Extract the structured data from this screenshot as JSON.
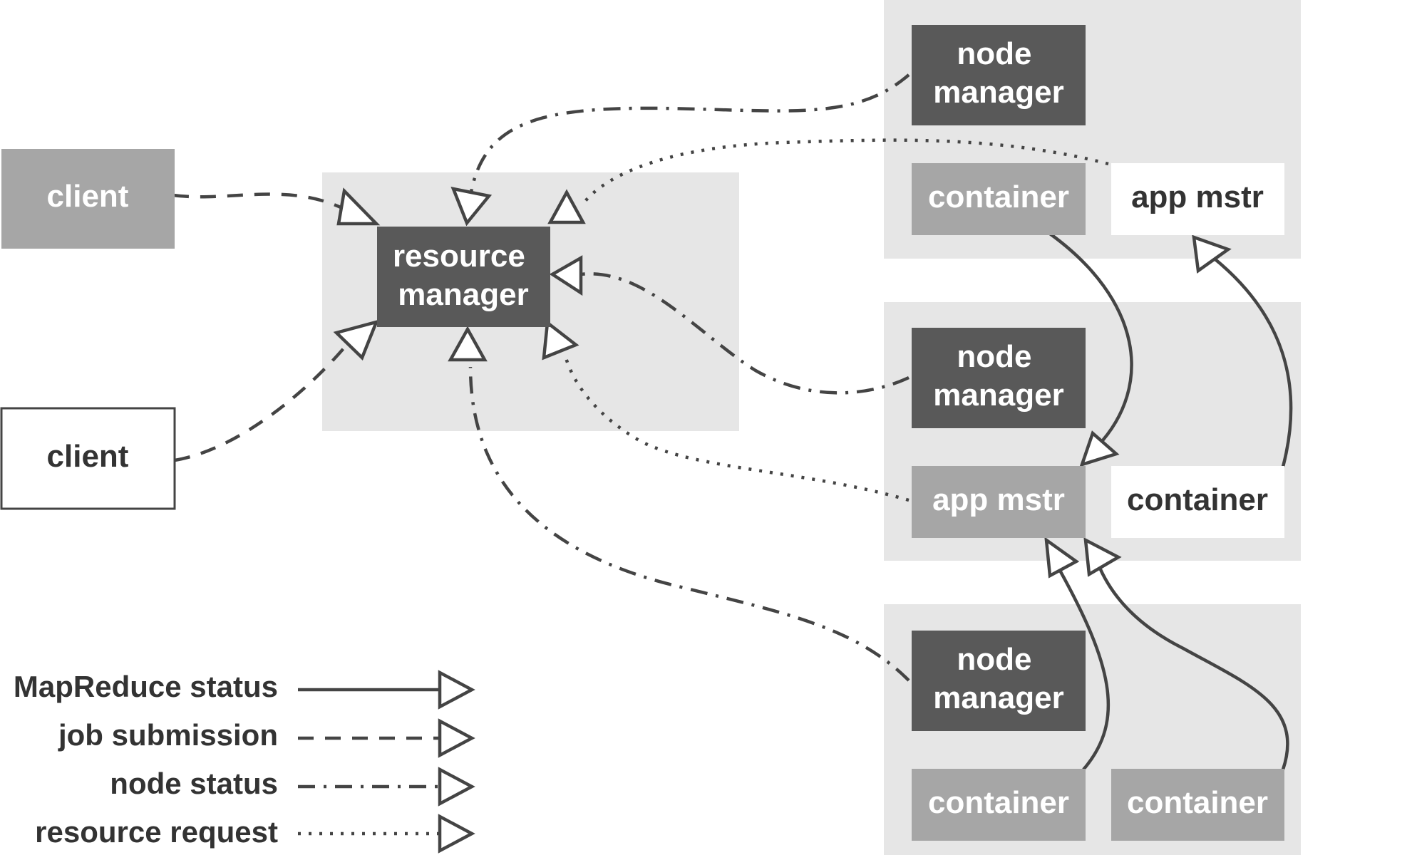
{
  "colors": {
    "panel": "#e6e6e6",
    "dark": "#595959",
    "mid": "#a6a6a6",
    "white": "#ffffff",
    "stroke": "#444444",
    "text_dark": "#333333",
    "text_light": "#ffffff"
  },
  "nodes": {
    "client_1": {
      "label": "client"
    },
    "client_2": {
      "label": "client"
    },
    "resource_manager": {
      "label": [
        "resource",
        "manager"
      ]
    },
    "node_manager_1": {
      "label": [
        "node",
        "manager"
      ]
    },
    "container_1": {
      "label": "container"
    },
    "app_mstr_1": {
      "label": "app mstr"
    },
    "node_manager_2": {
      "label": [
        "node",
        "manager"
      ]
    },
    "app_mstr_2": {
      "label": "app mstr"
    },
    "container_2": {
      "label": "container"
    },
    "node_manager_3": {
      "label": [
        "node",
        "manager"
      ]
    },
    "container_3": {
      "label": "container"
    },
    "container_4": {
      "label": "container"
    }
  },
  "edges": [
    {
      "from": "client_1",
      "to": "resource_manager",
      "style": "job submission"
    },
    {
      "from": "client_2",
      "to": "resource_manager",
      "style": "job submission"
    },
    {
      "from": "node_manager_1",
      "to": "resource_manager",
      "style": "node status"
    },
    {
      "from": "app_mstr_1",
      "to": "resource_manager",
      "style": "resource request"
    },
    {
      "from": "node_manager_2",
      "to": "resource_manager",
      "style": "node status"
    },
    {
      "from": "app_mstr_2",
      "to": "resource_manager",
      "style": "resource request"
    },
    {
      "from": "node_manager_3",
      "to": "resource_manager",
      "style": "node status"
    },
    {
      "from": "container_1",
      "to": "app_mstr_2",
      "style": "MapReduce status"
    },
    {
      "from": "container_2",
      "to": "app_mstr_1",
      "style": "MapReduce status"
    },
    {
      "from": "container_3",
      "to": "app_mstr_2",
      "style": "MapReduce status"
    },
    {
      "from": "container_4",
      "to": "app_mstr_2",
      "style": "MapReduce status"
    }
  ],
  "legend": [
    {
      "label": "MapReduce status",
      "style": "MapReduce status"
    },
    {
      "label": "job submission",
      "style": "job submission"
    },
    {
      "label": "node status",
      "style": "node status"
    },
    {
      "label": "resource request",
      "style": "resource request"
    }
  ]
}
